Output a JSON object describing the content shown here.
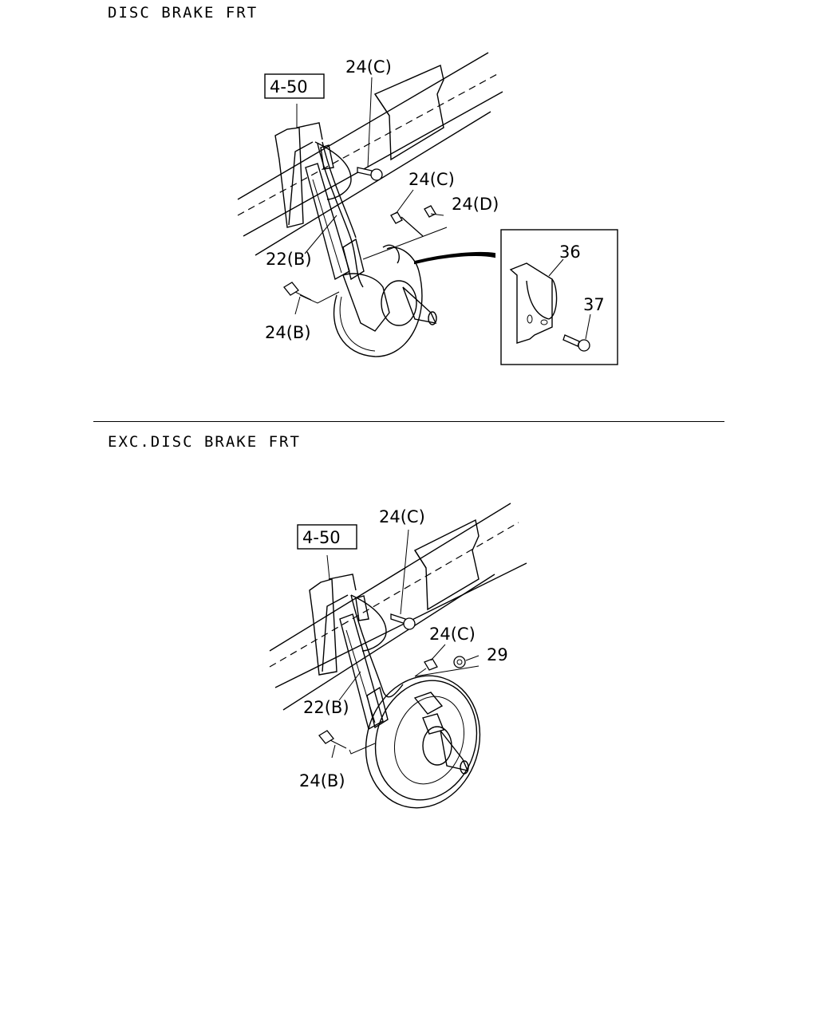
{
  "sections": [
    {
      "title": "DISC BRAKE FRT",
      "ref_box": "4-50",
      "callouts": [
        "24(C)",
        "24(C)",
        "24(D)",
        "22(B)",
        "24(B)"
      ],
      "detail": {
        "callouts": [
          "36",
          "37"
        ]
      }
    },
    {
      "title": "EXC.DISC BRAKE FRT",
      "ref_box": "4-50",
      "callouts": [
        "24(C)",
        "24(C)",
        "29",
        "22(B)",
        "24(B)"
      ]
    }
  ]
}
